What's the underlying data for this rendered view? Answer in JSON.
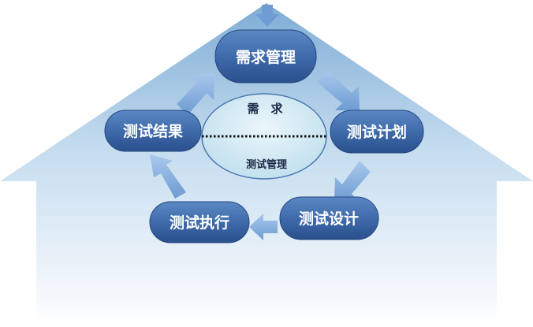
{
  "diagram": {
    "center": {
      "top_text": "需　求",
      "bottom_text": "测试管理"
    },
    "nodes": {
      "requirement_mgmt": "需求管理",
      "test_plan": "测试计划",
      "test_design": "测试设计",
      "test_execution": "测试执行",
      "test_result": "测试结果"
    }
  },
  "colors": {
    "house_top": "#8fb8dc",
    "house_bottom": "#ffffff",
    "node_fill": "#3d68a8",
    "node_dark": "#24477f",
    "arrow": "#8fb5e0",
    "ellipse": "#d6ecf5",
    "divider": "#111111"
  }
}
